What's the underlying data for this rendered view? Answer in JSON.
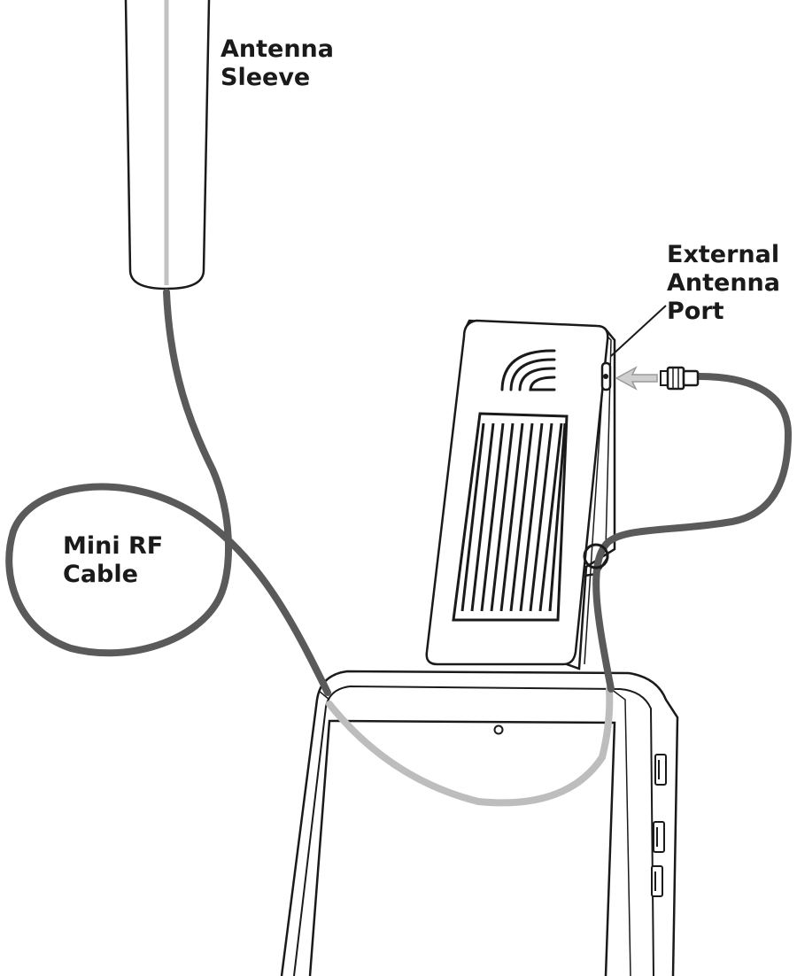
{
  "labels": {
    "antenna_sleeve": [
      "Antenna",
      "Sleeve"
    ],
    "external_antenna_port": [
      "External",
      "Antenna",
      "Port"
    ],
    "mini_rf_cable": [
      "Mini RF",
      "Cable"
    ]
  },
  "colors": {
    "outline": "#1a1a1a",
    "cable": "#5a5a5a",
    "cable_behind": "#bdbdbd",
    "arrow": "#aaaaaa",
    "background": "#ffffff"
  }
}
